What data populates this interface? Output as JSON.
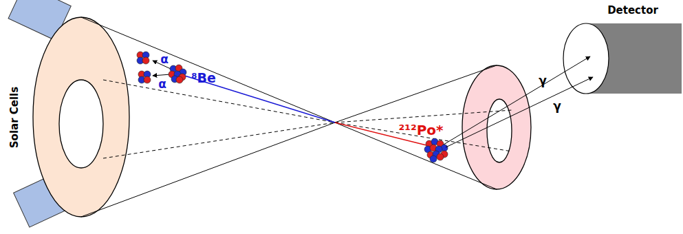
{
  "diagram": {
    "nodes": [
      {
        "text": [
          "Detector"
        ]
      }
    ],
    "labels": [
      "Solar Cells",
      "α",
      "α",
      "⁸Be",
      "²¹²Po*",
      "γ",
      "γ"
    ]
  }
}
